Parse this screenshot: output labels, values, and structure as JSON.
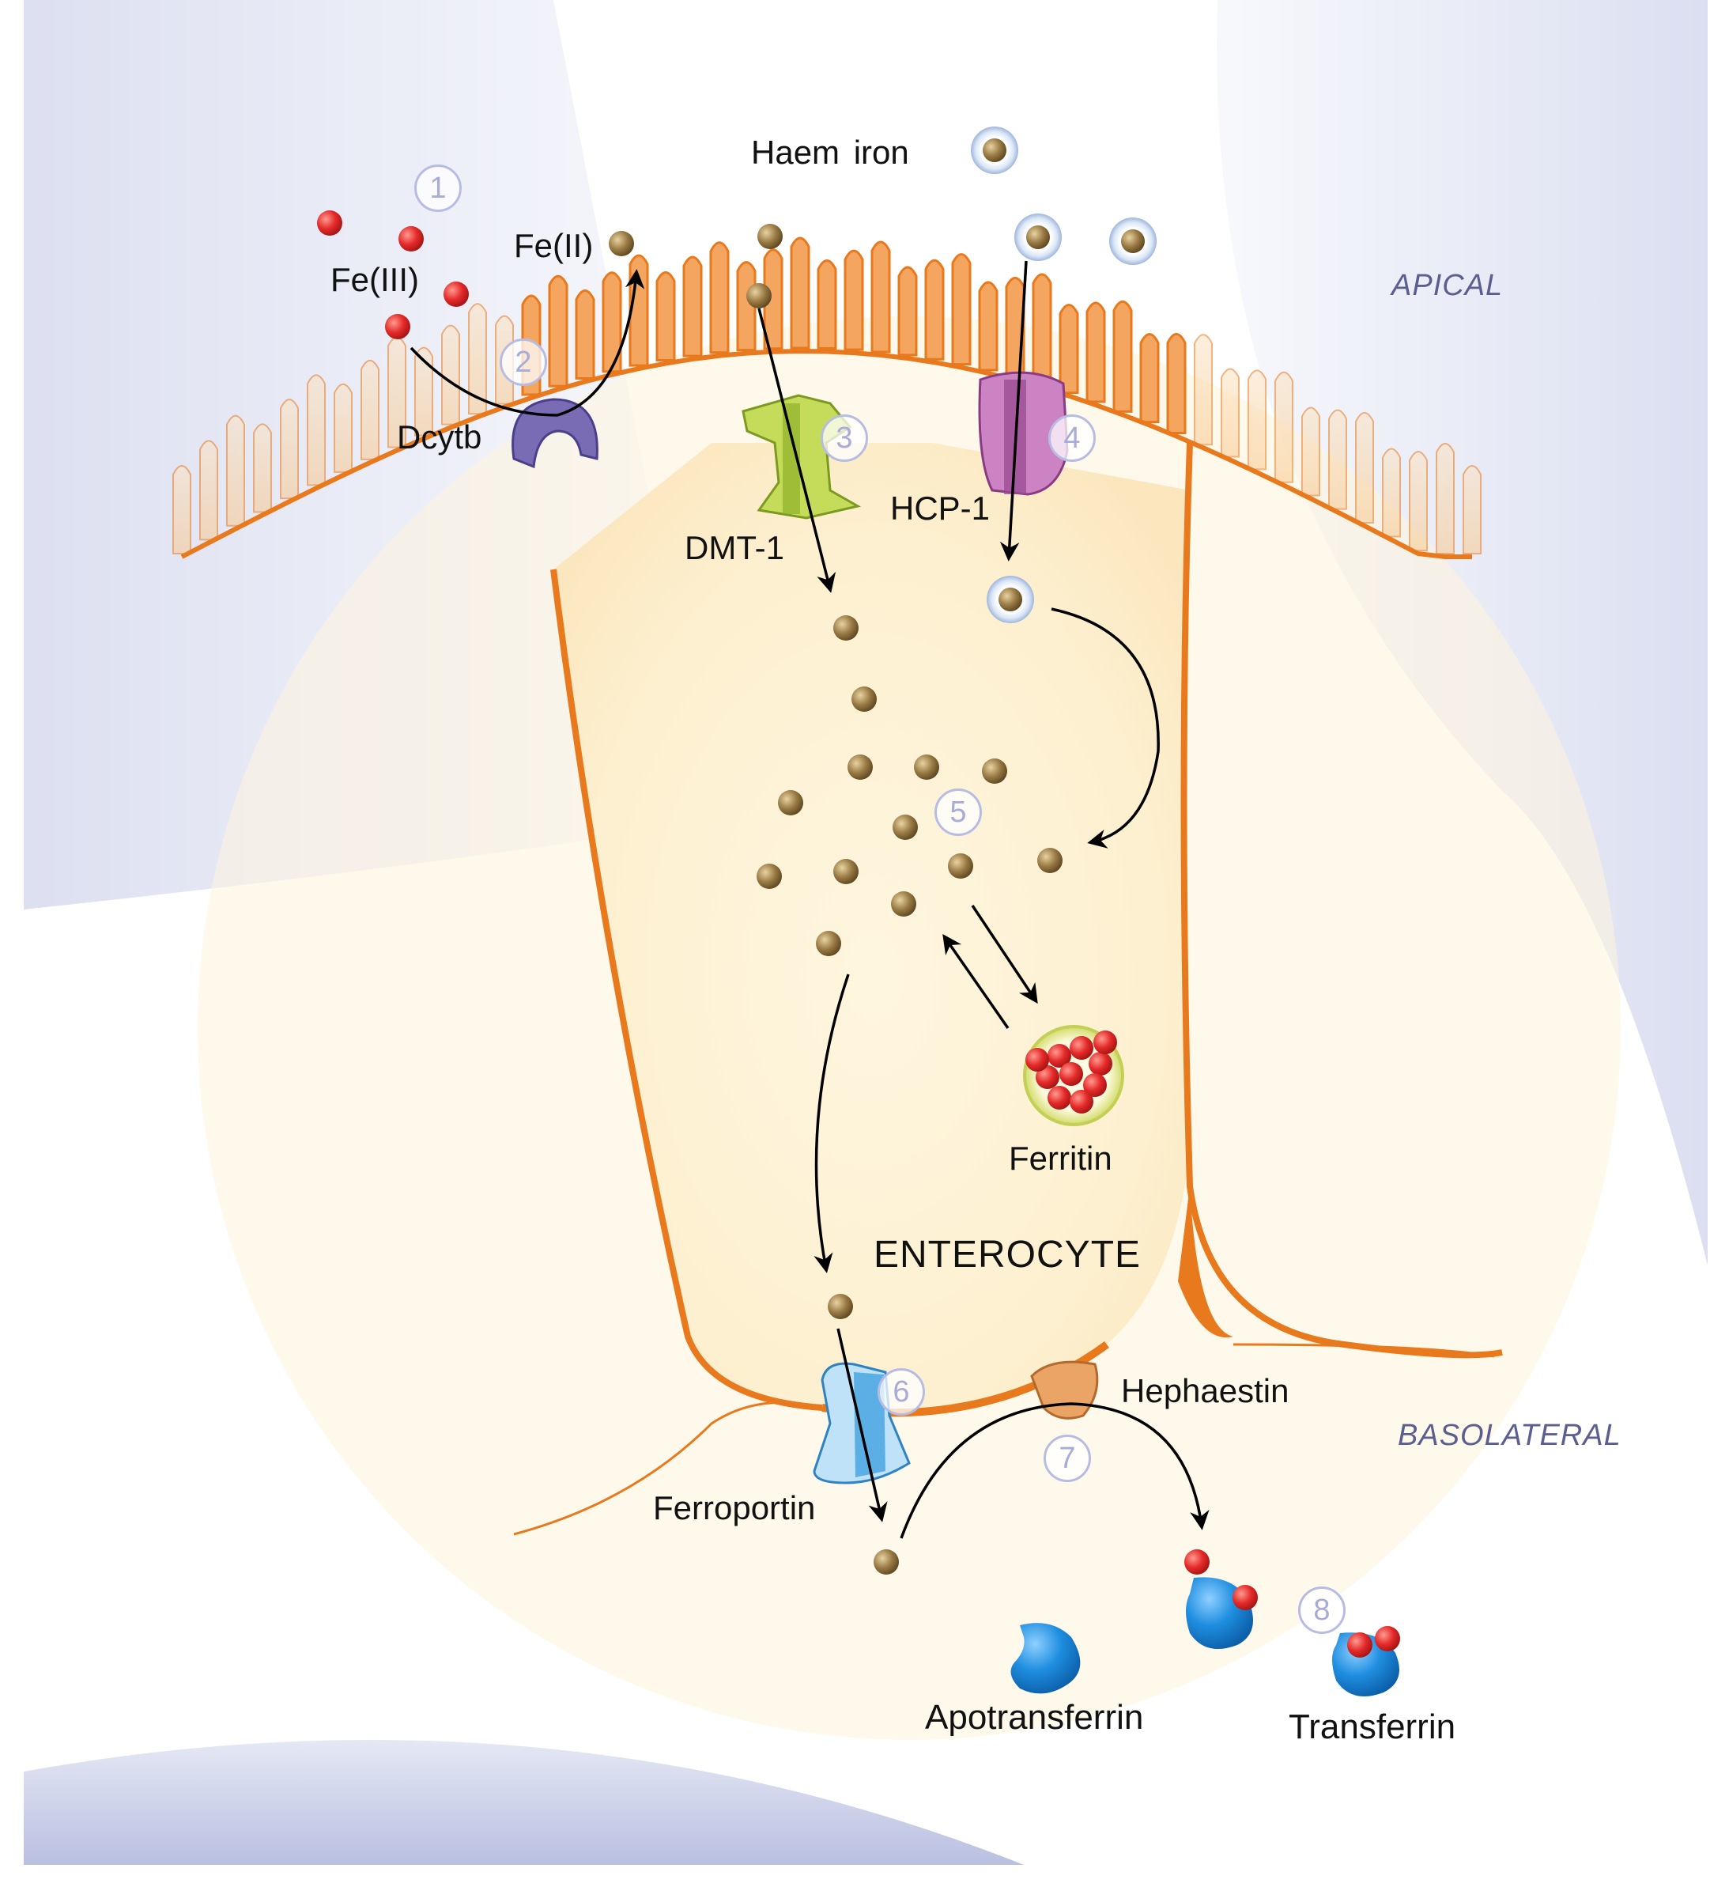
{
  "regions": {
    "apical": "APICAL",
    "basolateral": "BASOLATERAL"
  },
  "labels": {
    "haem_iron": "Haem iron",
    "fe3": "Fe(III)",
    "fe2": "Fe(II)",
    "dcytb": "Dcytb",
    "dmt1": "DMT-1",
    "hcp1": "HCP-1",
    "ferritin": "Ferritin",
    "enterocyte": "ENTEROCYTE",
    "hephaestin": "Hephaestin",
    "ferroportin": "Ferroportin",
    "apotransferrin": "Apotransferrin",
    "transferrin": "Transferrin"
  },
  "steps": [
    "1",
    "2",
    "3",
    "4",
    "5",
    "6",
    "7",
    "8"
  ],
  "colors": {
    "membrane": "#e8791c",
    "cytoplasm": "#fdf0d0",
    "fe3_iron": "#e52a2a",
    "fe2_iron": "#9a7b45",
    "dcytb": "#7a6bb5",
    "dmt1": "#a8c83a",
    "hcp1": "#b05aa8",
    "ferroportin": "#5ab0e6",
    "hephaestin": "#e9a466",
    "transferrin": "#1f8ee0",
    "background_tissue": "#dfe2f1"
  }
}
